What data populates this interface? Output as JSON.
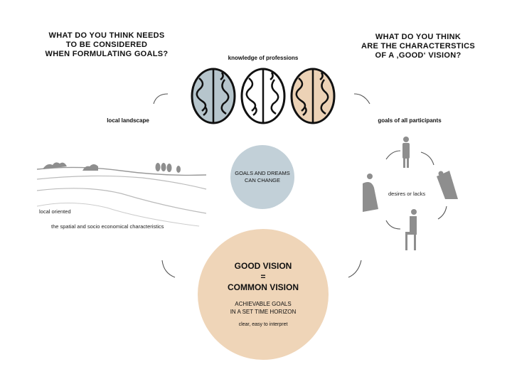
{
  "question_left": [
    "WHAT DO YOU THINK NEEDS",
    "TO BE CONSIDERED",
    "WHEN FORMULATING GOALS?"
  ],
  "question_right": [
    "WHAT DO YOU THINK",
    "ARE THE CHARACTERSTICS",
    "OF A ‚GOOD‘ VISION?"
  ],
  "label_professions": "knowledge of professions",
  "label_landscape": "local landscape",
  "label_participants": "goals of all participants",
  "label_local_oriented": "local oriented",
  "label_spatial": "the spatial and socio economical characteristics",
  "label_desires": "desires or lacks",
  "small_circle": [
    "GOALS AND DREAMS",
    "CAN CHANGE"
  ],
  "big_circle": {
    "line1": "GOOD VISION",
    "line2": "=",
    "line3": "COMMON VISION",
    "sub1": "ACHIEVABLE GOALS",
    "sub2": "IN A SET TIME HORIZON",
    "note": "clear, easy to interpret"
  },
  "colors": {
    "brain_blue": "#b6c5cc",
    "brain_white": "#ffffff",
    "brain_peach": "#ecd2b6",
    "small_circle": "#c2d0d8",
    "big_circle": "#efd5b8",
    "figure_gray": "#8e8e8e",
    "arrow": "#555555"
  }
}
